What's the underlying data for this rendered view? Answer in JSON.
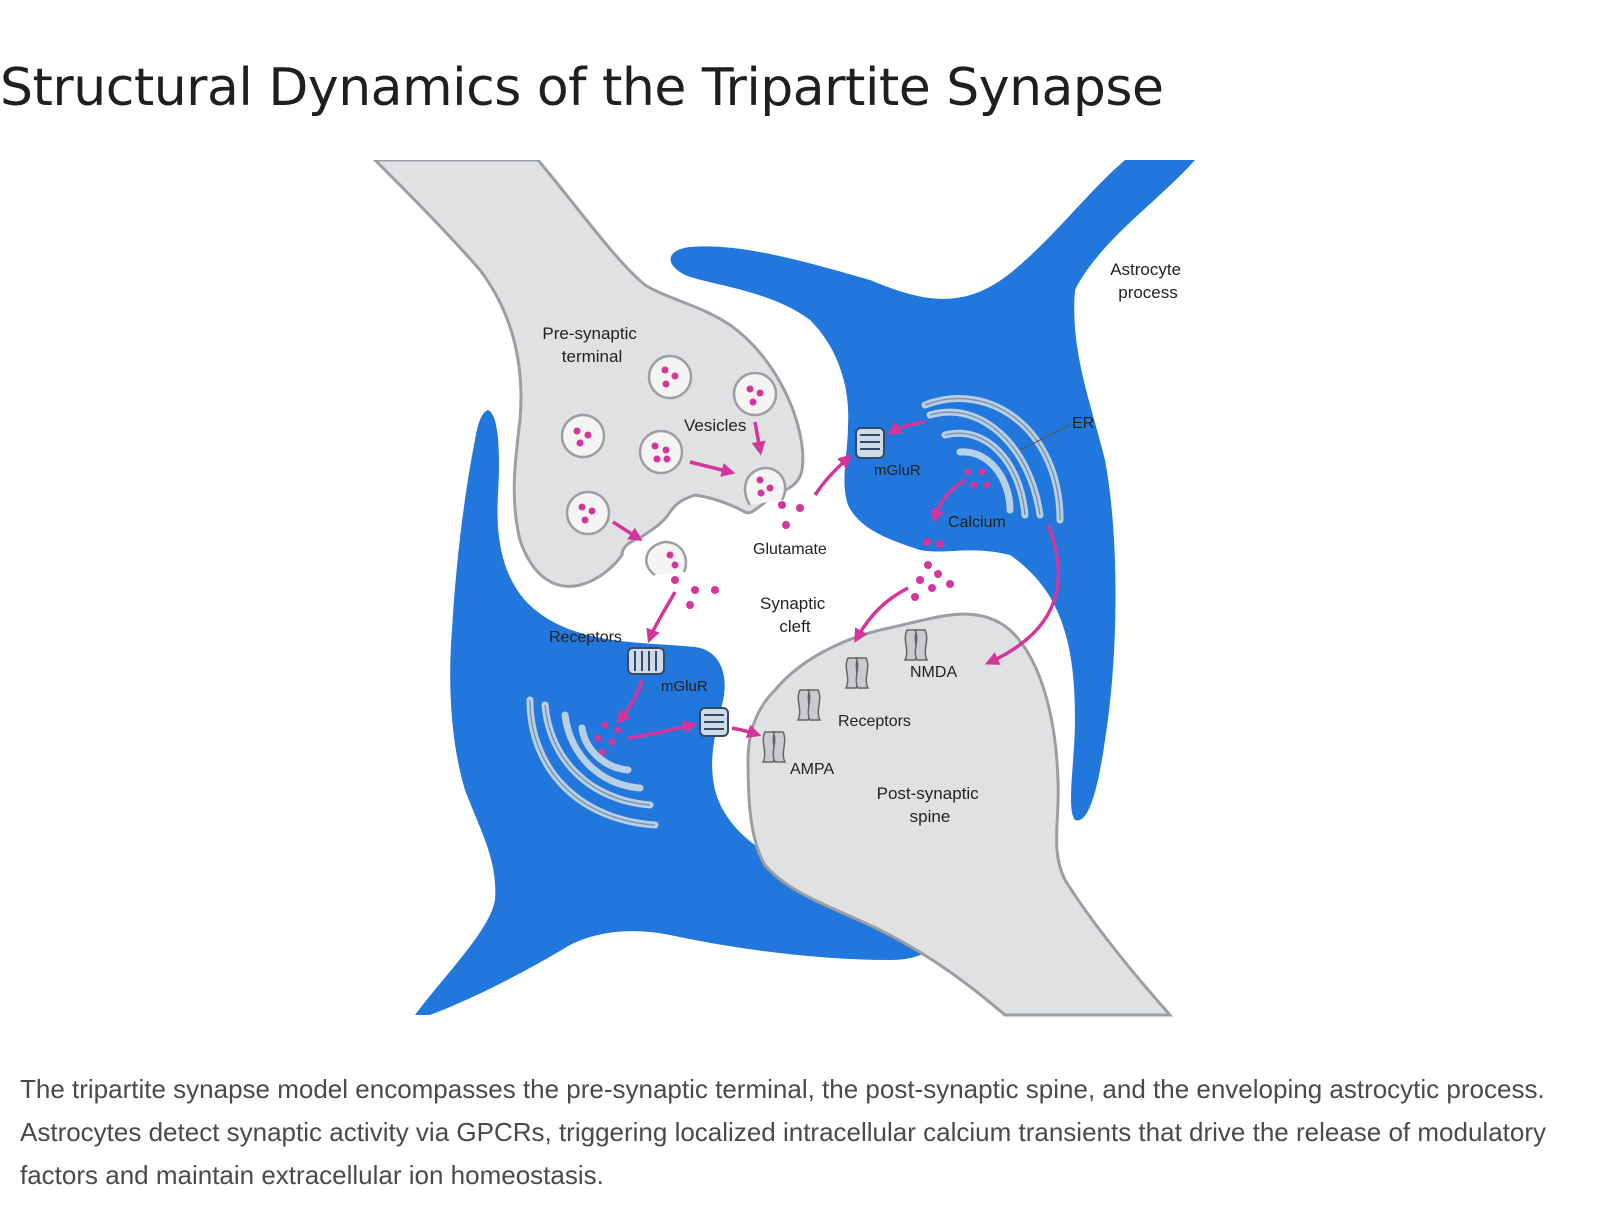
{
  "title": "Structural Dynamics of the Tripartite Synapse",
  "labels": {
    "astrocyte_process": [
      "Astrocyte",
      "process"
    ],
    "pre_synaptic": [
      "Pre-synaptic",
      "terminal"
    ],
    "vesicles": "Vesicles",
    "mglur_top": "mGluR",
    "er": "ER",
    "calcium": "Calcium",
    "glutamate": "Glutamate",
    "synaptic_cleft": [
      "Synaptic",
      "cleft"
    ],
    "receptors_left": "Receptors",
    "mglur_left": "mGluR",
    "nmda": "NMDA",
    "receptors_post": "Receptors",
    "ampa": "AMPA",
    "post_synaptic": [
      "Post-synaptic",
      "spine"
    ]
  },
  "colors": {
    "astrocyte": "#2277dd",
    "neuron_fill": "#dfe1e3",
    "neuron_stroke": "#9b9ea2",
    "signal": "#d4359a",
    "er": "#b9cfe6"
  },
  "caption": "The tripartite synapse model encompasses the pre-synaptic terminal, the post-synaptic spine, and the enveloping astrocytic process. Astrocytes detect synaptic activity via GPCRs, triggering localized intracellular calcium transients that drive the release of modulatory factors and maintain extracellular ion homeostasis."
}
